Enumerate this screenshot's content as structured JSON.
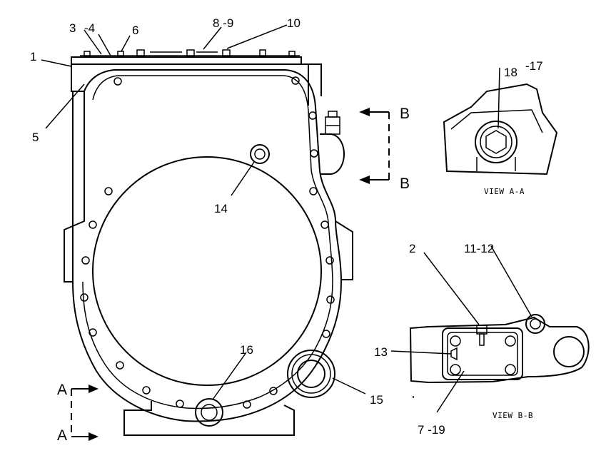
{
  "callouts": {
    "c1": "1",
    "c2": "2",
    "c3": "3",
    "c4": "-4",
    "c5": "5",
    "c6": "6",
    "c7_19": "7 -19",
    "c8_9": "8 -9",
    "c10": "10",
    "c11_12": "11-12",
    "c13": "13",
    "c14": "14",
    "c15": "15",
    "c16": "16",
    "c17": "-17",
    "c18": "18"
  },
  "section_markers": {
    "a_top": "A",
    "a_bottom": "A",
    "b_top": "B",
    "b_bottom": "B"
  },
  "views": {
    "view_a": "VIEW A-A",
    "view_b": "VIEW B-B"
  }
}
